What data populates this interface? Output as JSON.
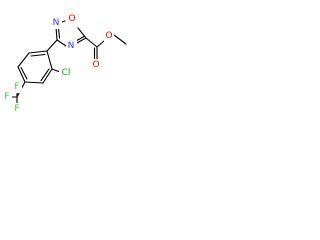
{
  "colors": {
    "carbon_bond": "#000000",
    "oxygen": "#ff0000",
    "nitrogen": "#3333ff",
    "chlorine": "#00b000",
    "fluorine": "#33cc33",
    "background": "#ffffff"
  },
  "molecule": {
    "atoms": [
      {
        "id": "o_ring",
        "text": "O",
        "element": "oxygen"
      },
      {
        "id": "n_top",
        "text": "N",
        "element": "nitrogen"
      },
      {
        "id": "n_bottom",
        "text": "N",
        "element": "nitrogen"
      },
      {
        "id": "o_carbonyl",
        "text": "O",
        "element": "oxygen"
      },
      {
        "id": "o_ester",
        "text": "O",
        "element": "oxygen"
      },
      {
        "id": "cl",
        "text": "Cl",
        "element": "chlorine"
      },
      {
        "id": "f_top",
        "text": "F",
        "element": "fluorine"
      },
      {
        "id": "f_left",
        "text": "F",
        "element": "fluorine"
      },
      {
        "id": "f_bottom",
        "text": "F",
        "element": "fluorine"
      }
    ]
  }
}
